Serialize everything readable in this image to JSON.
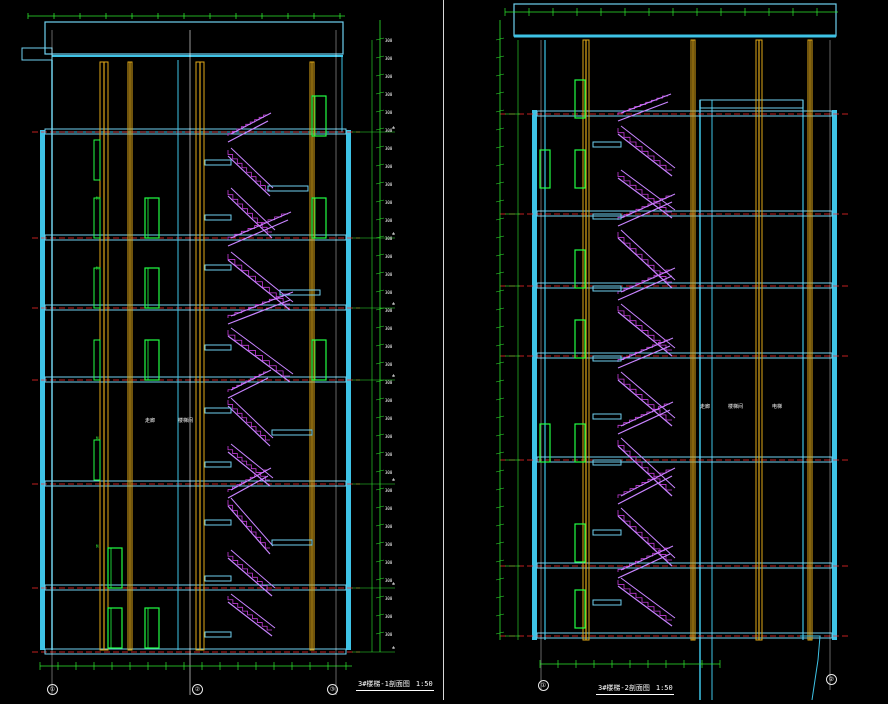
{
  "sheet": {
    "background": "#000000"
  },
  "colors": {
    "wall": "#3ec3e6",
    "beam_outline": "#6fd0f0",
    "floor_line": "#ff2a2a",
    "grid_axis": "#ff3030",
    "dimension": "#2ee82e",
    "door_window": "#22ff44",
    "stair": "#c884ff",
    "stair_fill": "#c23ad8",
    "column_fill": "#e0a818",
    "text": "#ffffff",
    "axis_bubble": "#e8e8e8"
  },
  "left_section": {
    "title": "3#楼梯-1剖面图",
    "scale": "1:50",
    "axes": [
      "①",
      "②",
      "③"
    ],
    "room_labels": [
      "走廊",
      "楼梯间"
    ]
  },
  "right_section": {
    "title": "3#楼梯-2剖面图",
    "scale": "1:50",
    "axes": [
      "①",
      "②"
    ],
    "room_labels": [
      "走廊",
      "楼梯间",
      "电梯"
    ]
  }
}
